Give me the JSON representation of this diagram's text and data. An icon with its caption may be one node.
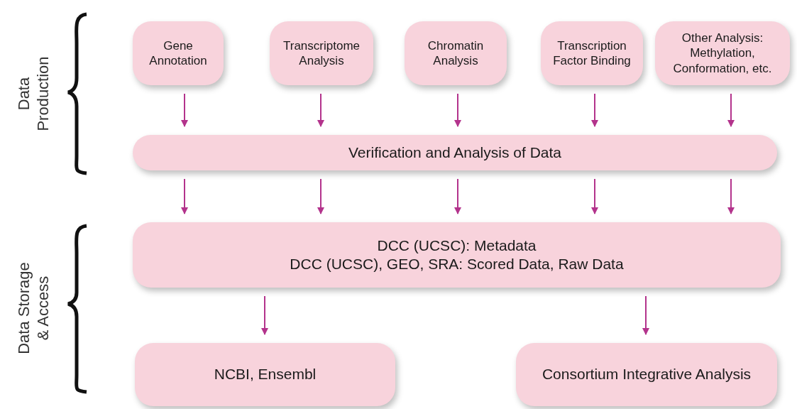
{
  "diagram": {
    "nodes": [
      {
        "text": [
          "Gene Annotation"
        ]
      },
      {
        "text": [
          "Transcriptome Analysis"
        ]
      },
      {
        "text": [
          "Chromatin Analysis"
        ]
      },
      {
        "text": [
          "Transcription Factor Binding"
        ]
      },
      {
        "text": [
          "Other Analysis: Methylation, Conformation, etc."
        ]
      },
      {
        "text": [
          "Verification and Analysis of Data"
        ]
      },
      {
        "text": [
          "DCC (UCSC): Metadata",
          "DCC (UCSC), GEO, SRA: Scored Data, Raw Data"
        ]
      },
      {
        "text": [
          "NCBI, Ensembl"
        ]
      },
      {
        "text": [
          "Consortium Integrative Analysis"
        ]
      }
    ],
    "edges": [
      {
        "from": 0,
        "to": 5,
        "arrow": "to"
      },
      {
        "from": 1,
        "to": 5,
        "arrow": "to"
      },
      {
        "from": 2,
        "to": 5,
        "arrow": "to"
      },
      {
        "from": 3,
        "to": 5,
        "arrow": "to"
      },
      {
        "from": 4,
        "to": 5,
        "arrow": "to"
      },
      {
        "from": 5,
        "to": 6,
        "arrow": "to"
      },
      {
        "from": 5,
        "to": 6,
        "arrow": "to"
      },
      {
        "from": 5,
        "to": 6,
        "arrow": "to"
      },
      {
        "from": 5,
        "to": 6,
        "arrow": "to"
      },
      {
        "from": 5,
        "to": 6,
        "arrow": "to"
      },
      {
        "from": 6,
        "to": 7,
        "arrow": "to"
      },
      {
        "from": 6,
        "to": 8,
        "arrow": "to"
      }
    ],
    "labels": [
      "Data Production",
      "Data Storage & Access"
    ]
  }
}
